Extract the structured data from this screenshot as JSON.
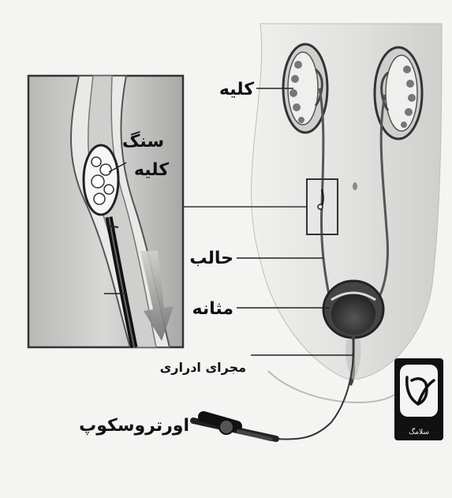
{
  "labels": {
    "kidney": "کلیه",
    "kidney_stone_line1": "سنگ",
    "kidney_stone_line2": "کلیه",
    "ureter": "حالب",
    "bladder": "مثانه",
    "urethra": "مجرای ادراری",
    "ureteroscope": "اورتروسکوپ"
  },
  "logo": {
    "text": "سلامگ"
  }
}
